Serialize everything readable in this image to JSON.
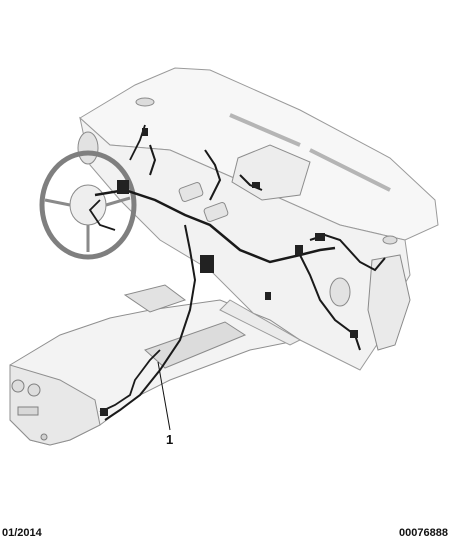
{
  "callout": {
    "label": "1"
  },
  "footer": {
    "date": "01/2014",
    "reference": "00076888"
  }
}
